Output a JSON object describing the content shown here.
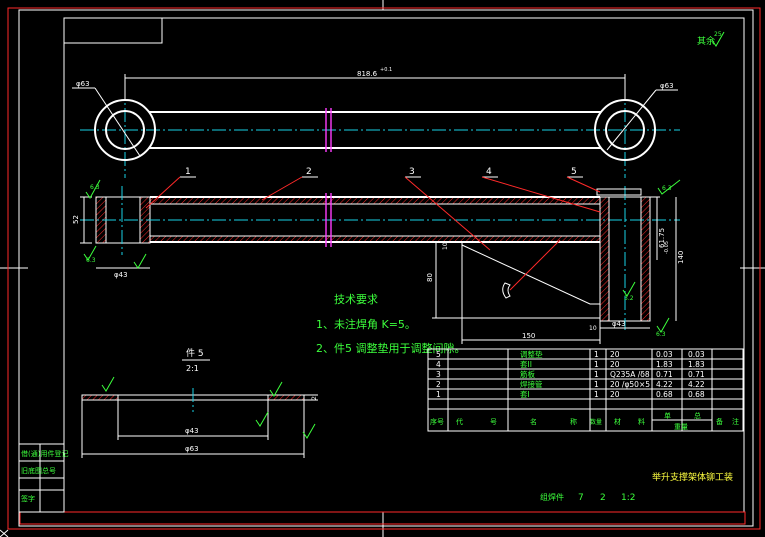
{
  "drawing": {
    "roughness_note": "其余",
    "roughness_value": "25",
    "dimensions": {
      "center_distance": "818.6",
      "center_distance_tol": "+0.1",
      "bore_dia_left_top": "φ63",
      "bore_dia_right_top": "φ63",
      "height_left": "52",
      "height_right": "61.75",
      "height_right_tol": "-0.05",
      "height_140": "140",
      "bore_dia_left_side": "φ43",
      "bore_dia_right_side": "φ43",
      "length_150": "150",
      "height_80": "80",
      "gap_10a": "10",
      "gap_10b": "10",
      "rough_63": "6.3",
      "rough_32": "3.2"
    },
    "part_numbers": [
      "1",
      "2",
      "3",
      "4",
      "5"
    ],
    "tech_requirements": {
      "title": "技术要求",
      "items": [
        "1、未注焊角 K=5。",
        "2、件5 调整垫用于调整间隙。"
      ]
    },
    "detail_view": {
      "title": "件 5",
      "scale": "2:1",
      "inner_dia": "φ43",
      "outer_dia": "φ63",
      "thickness": "2"
    },
    "bom": {
      "rows": [
        {
          "no": "5",
          "name": "调整垫",
          "qty": "1",
          "material": "20",
          "unit_wt": "0.03",
          "total_wt": "0.03"
        },
        {
          "no": "4",
          "name": "套II",
          "qty": "1",
          "material": "20",
          "unit_wt": "1.83",
          "total_wt": "1.83"
        },
        {
          "no": "3",
          "name": "筋板",
          "qty": "1",
          "material": "Q235A /δ8",
          "unit_wt": "0.71",
          "total_wt": "0.71"
        },
        {
          "no": "2",
          "name": "焊接管",
          "qty": "1",
          "material": "20 /φ50×5",
          "unit_wt": "4.22",
          "total_wt": "4.22"
        },
        {
          "no": "1",
          "name": "套I",
          "qty": "1",
          "material": "20",
          "unit_wt": "0.68",
          "total_wt": "0.68"
        }
      ],
      "headers": [
        "序号",
        "代",
        "号",
        "名",
        "称",
        "数量",
        "材",
        "料",
        "单",
        "总",
        "备",
        "注"
      ],
      "weight_label": "重量"
    },
    "title_block": {
      "title": "举升支撑架体铆工装",
      "sheet_label": "组焊件",
      "sheet_num": "7",
      "sheet_sep": "2",
      "scale": "1:2"
    },
    "left_strip": [
      "借(通)用件登记",
      "旧底图总号",
      "签字"
    ]
  }
}
